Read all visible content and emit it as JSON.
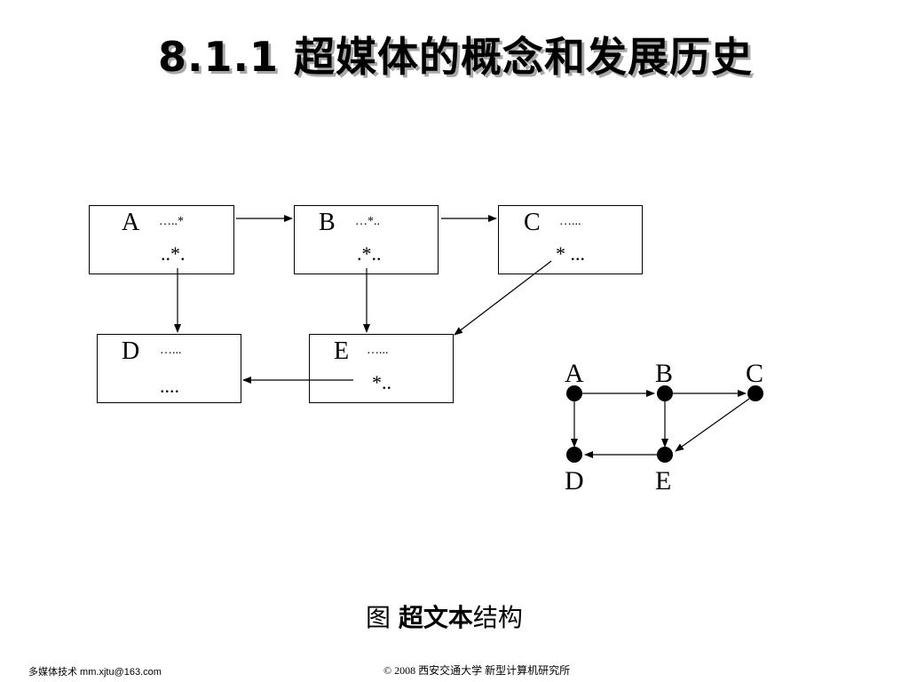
{
  "slide": {
    "title": "8.1.1 超媒体的概念和发展历史"
  },
  "hypertext": {
    "nodes": [
      {
        "id": "A",
        "letter": "A",
        "line1": "…..*",
        "line2": "..*."
      },
      {
        "id": "B",
        "letter": "B",
        "line1": "…*..",
        "line2": ".*.."
      },
      {
        "id": "C",
        "letter": "C",
        "line1": "…...",
        "line2": "* ..."
      },
      {
        "id": "D",
        "letter": "D",
        "line1": "…...",
        "line2": "...."
      },
      {
        "id": "E",
        "letter": "E",
        "line1": "…...",
        "line2": "*.."
      }
    ]
  },
  "graph": {
    "labels": {
      "A": "A",
      "B": "B",
      "C": "C",
      "D": "D",
      "E": "E"
    }
  },
  "caption": {
    "prefix": "图 ",
    "bold": "超文本",
    "suffix": "结构"
  },
  "footer": {
    "left": "多媒体技术  mm.xjtu@163.com",
    "center": "©  2008  西安交通大学 新型计算机研究所"
  }
}
